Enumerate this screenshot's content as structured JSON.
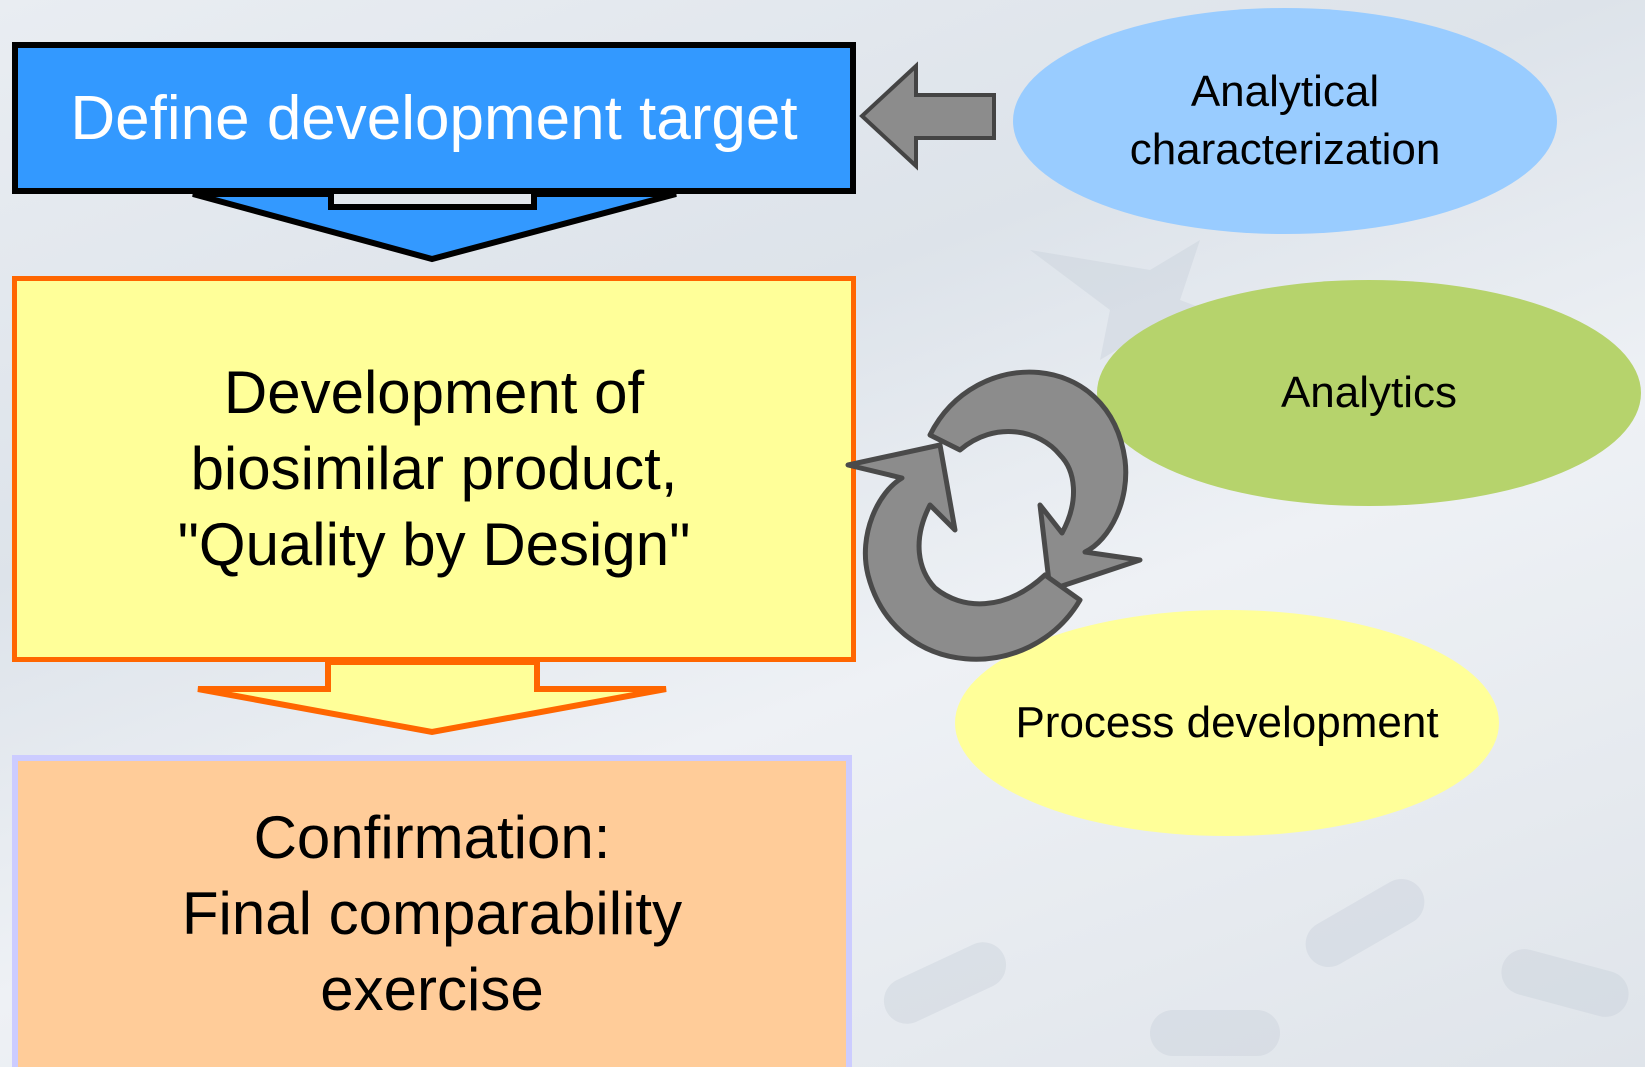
{
  "boxes": {
    "target": {
      "text": "Define development target"
    },
    "development": {
      "text": "Development of\nbiosimilar product,\n\"Quality by Design\""
    },
    "confirmation": {
      "text": "Confirmation:\nFinal comparability\nexercise"
    }
  },
  "ellipses": {
    "analytical": {
      "text": "Analytical\ncharacterization"
    },
    "analytics": {
      "text": "Analytics"
    },
    "process": {
      "text": "Process development"
    }
  },
  "colors": {
    "target_fill": "#3399ff",
    "development_fill": "#ffff99",
    "development_border": "#ff6600",
    "confirmation_fill": "#ffcc99",
    "analytical_fill": "#99ccff",
    "analytics_fill": "#b6d36c",
    "process_fill": "#ffff99",
    "arrow_gray": "#8c8c8c"
  }
}
